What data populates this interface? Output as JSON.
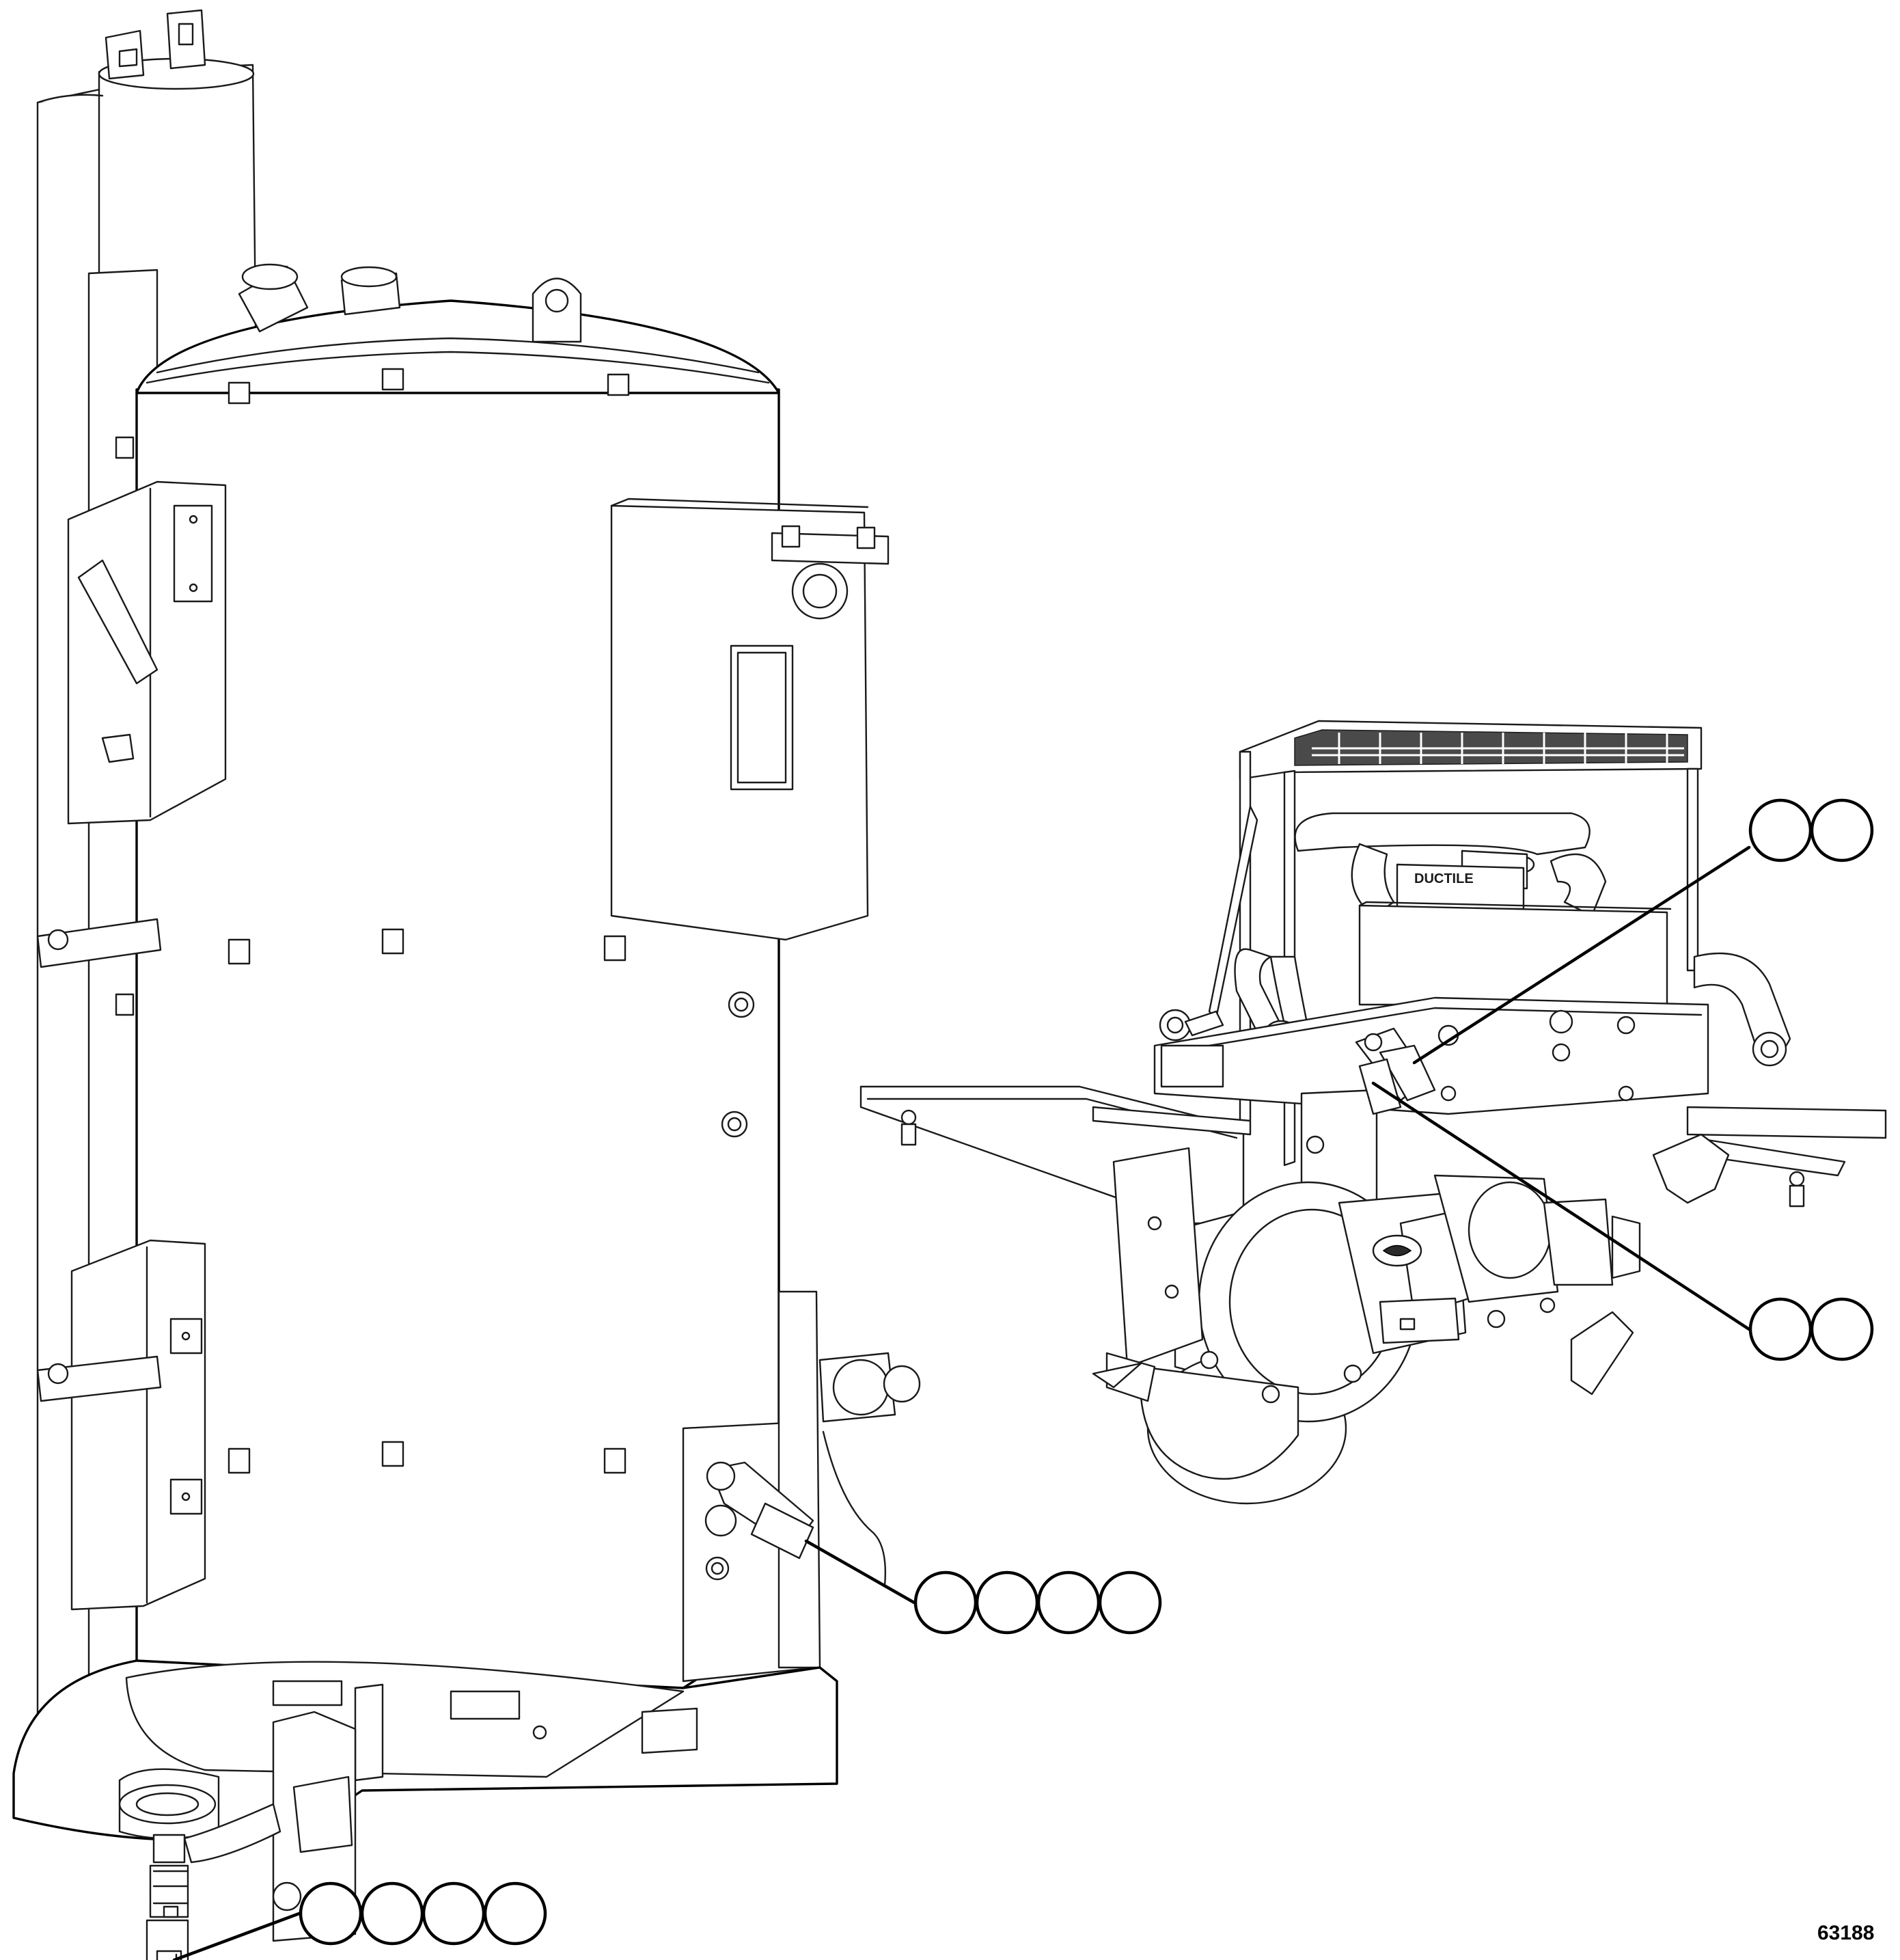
{
  "figure": {
    "number": "63188"
  },
  "callout_groups": [
    {
      "id": "group-upper-right",
      "balloon_count": 2
    },
    {
      "id": "group-middle-right",
      "balloon_count": 2
    },
    {
      "id": "group-middle-center",
      "balloon_count": 4
    },
    {
      "id": "group-bottom-left",
      "balloon_count": 4
    }
  ]
}
